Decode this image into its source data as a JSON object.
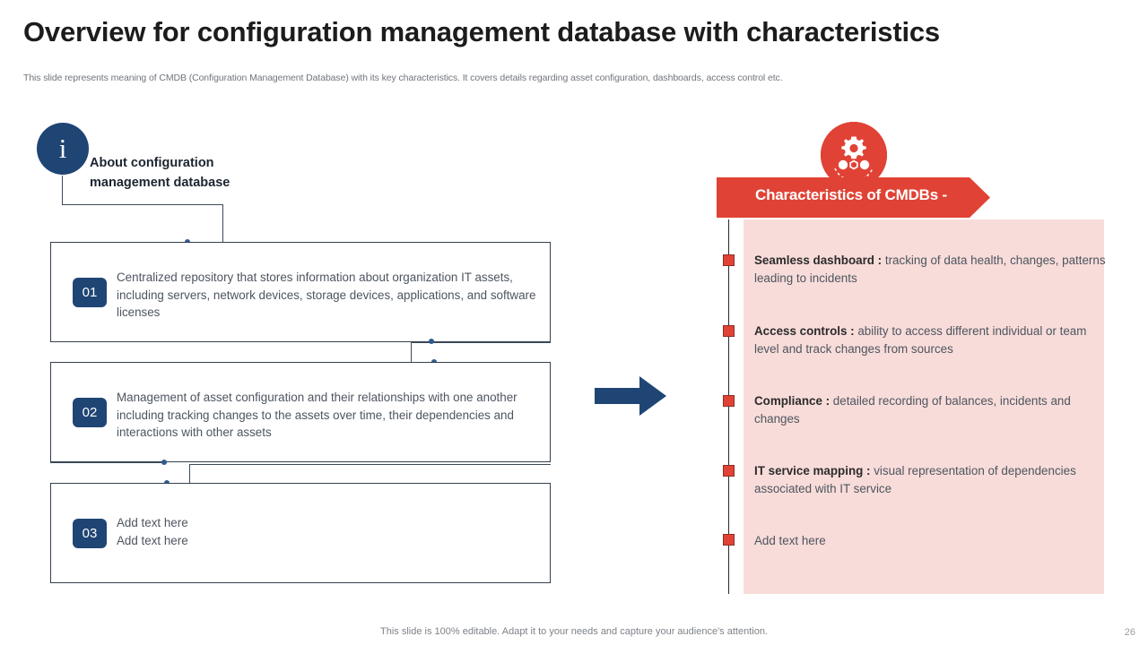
{
  "slide": {
    "title": "Overview for configuration management database with characteristics",
    "subtitle": "This slide represents meaning of CMDB (Configuration Management Database) with its key characteristics. It covers details regarding asset configuration, dashboards, access control etc.",
    "footer_note": "This slide is 100% editable. Adapt it to your needs and capture your audience's attention.",
    "page_number": "26"
  },
  "colors": {
    "brand_blue": "#1f4575",
    "line_blue": "#2f5b8f",
    "accent_red": "#e04235",
    "panel_pink": "#f8dcd9",
    "body_text": "#4d5560",
    "heading_text": "#1c2530"
  },
  "left": {
    "badge_icon": "info-icon",
    "badge_glyph": "i",
    "heading": "About configuration management database",
    "items": [
      {
        "number": "01",
        "text": "Centralized repository that stores information about organization IT assets, including servers, network devices, storage devices, applications, and software licenses"
      },
      {
        "number": "02",
        "text": "Management of asset configuration and their relationships with one another including tracking changes to the assets over time, their dependencies and interactions with other assets"
      },
      {
        "number": "03",
        "text": "Add text here\nAdd text here"
      }
    ]
  },
  "middle": {
    "arrow_icon": "arrow-right-icon"
  },
  "right": {
    "badge_icon": "gear-network-icon",
    "banner_label": "Characteristics of CMDBs -",
    "items": [
      {
        "bullet_icon": "square-bullet-icon",
        "term": "Seamless dashboard :",
        "desc": " tracking of data health, changes, patterns leading to incidents"
      },
      {
        "bullet_icon": "square-bullet-icon",
        "term": "Access controls :",
        "desc": " ability to access different individual or team level and track changes from sources"
      },
      {
        "bullet_icon": "square-bullet-icon",
        "term": "Compliance :",
        "desc": " detailed recording of balances, incidents and changes"
      },
      {
        "bullet_icon": "square-bullet-icon",
        "term": "IT service mapping :",
        "desc": " visual representation of dependencies associated with IT service"
      },
      {
        "bullet_icon": "square-bullet-icon",
        "term": "",
        "desc": "Add text here"
      }
    ]
  }
}
